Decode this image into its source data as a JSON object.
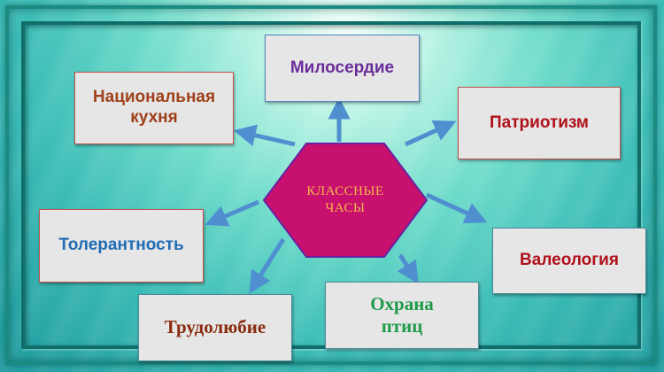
{
  "diagram": {
    "type": "radial-concept-map",
    "center": {
      "label_line1": "КЛАССНЫЕ",
      "label_line2": "ЧАСЫ",
      "shape": "hexagon",
      "fill_color": "#c8106e",
      "text_color": "#f5b84a"
    },
    "nodes": [
      {
        "id": "miloserdie",
        "label": "Милосердие",
        "text_color": "#6a2d9a",
        "position": "top"
      },
      {
        "id": "natsionalnaya-kukhnya",
        "label_line1": "Национальная",
        "label_line2": "кухня",
        "text_color": "#a0401a",
        "position": "top-left"
      },
      {
        "id": "patriotizm",
        "label": "Патриотизм",
        "text_color": "#b0101a",
        "position": "top-right"
      },
      {
        "id": "tolerantnost",
        "label": "Толерантность",
        "text_color": "#1f6bb5",
        "position": "left"
      },
      {
        "id": "valeologiya",
        "label": "Валеология",
        "text_color": "#b0101a",
        "position": "right"
      },
      {
        "id": "trudolyubie",
        "label": "Трудолюбие",
        "text_color": "#8a2a10",
        "position": "bottom-left"
      },
      {
        "id": "okhrana-ptits",
        "label_line1": "Охрана",
        "label_line2": "птиц",
        "text_color": "#1f9a4a",
        "position": "bottom"
      }
    ],
    "arrow_color": "#4f8fd0",
    "box_fill": "#e6e6e6"
  }
}
